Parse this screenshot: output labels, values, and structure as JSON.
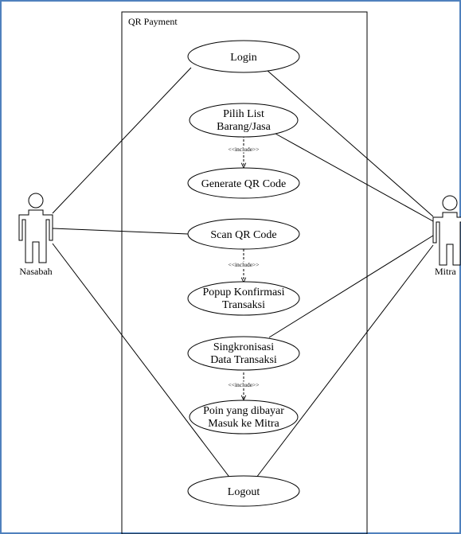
{
  "system": {
    "title": "QR Payment"
  },
  "actors": {
    "left": "Nasabah",
    "right": "Mitra"
  },
  "use_cases": {
    "login": [
      "Login"
    ],
    "pilih_list": [
      "Pilih List",
      "Barang/Jasa"
    ],
    "generate_qr": [
      "Generate QR Code"
    ],
    "scan_qr": [
      "Scan QR Code"
    ],
    "popup": [
      "Popup Konfirmasi",
      "Transaksi"
    ],
    "sync": [
      "Singkronisasi",
      "Data Transaksi"
    ],
    "poin": [
      "Poin yang dibayar",
      "Masuk ke Mitra"
    ],
    "logout": [
      "Logout"
    ]
  },
  "include_label": "<<include>>"
}
